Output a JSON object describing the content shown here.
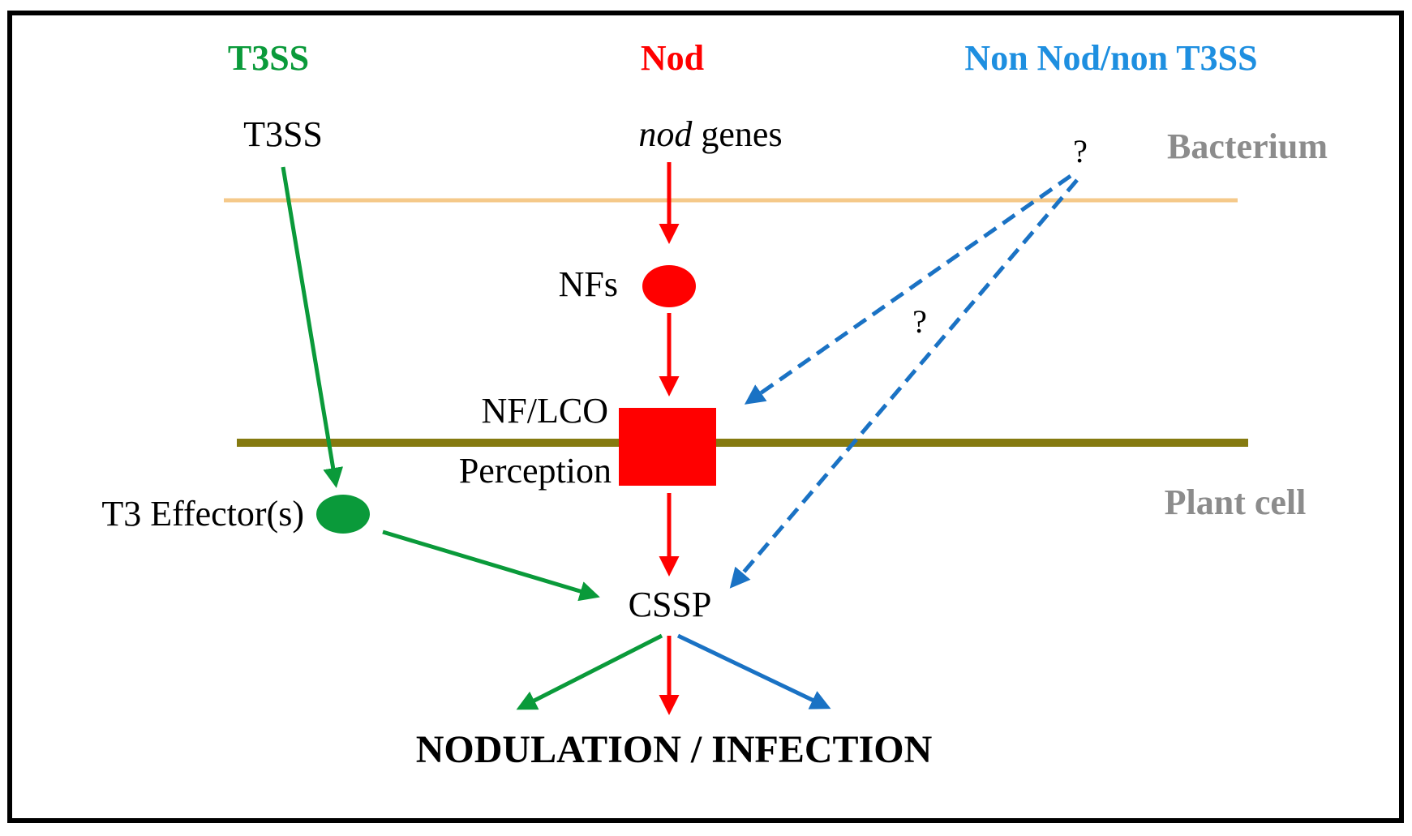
{
  "headers": {
    "t3ss": "T3SS",
    "nod": "Nod",
    "non_nod": "Non Nod/non T3SS"
  },
  "regions": {
    "bacterium": "Bacterium",
    "plant_cell": "Plant cell"
  },
  "labels": {
    "t3ss": "T3SS",
    "nod_genes_italic": "nod",
    "nod_genes_rest": " genes",
    "nfs": "NFs",
    "nf_lco": "NF/LCO",
    "perception": "Perception",
    "t3_effectors": "T3 Effector(s)",
    "cssp": "CSSP",
    "question_top": "?",
    "question_mid": "?",
    "outcome": "NODULATION / INFECTION"
  },
  "colors": {
    "green": "#0a9a3a",
    "red": "#ff0000",
    "blue": "#1a72c4",
    "header_blue": "#1e8fe0",
    "gray": "#8c8c8c",
    "bacterial_membrane": "#f5c98a",
    "plant_membrane": "#857a10",
    "frame": "#000000"
  }
}
